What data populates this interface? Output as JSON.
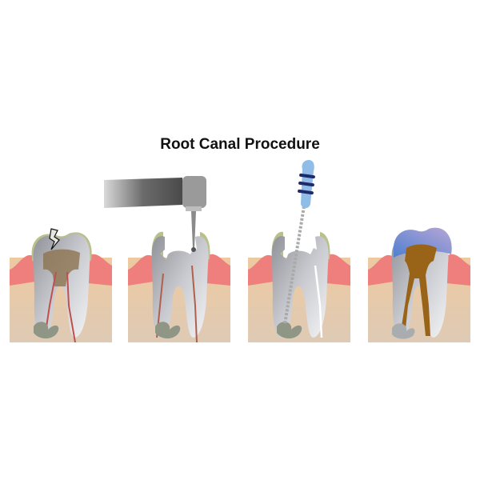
{
  "title": "Root Canal Procedure",
  "steps": [
    {
      "name": "infected-tooth"
    },
    {
      "name": "drilling"
    },
    {
      "name": "cleaning-with-file"
    },
    {
      "name": "filled-and-crowned"
    }
  ],
  "colors": {
    "gum": "#ef7f7c",
    "bone": "#e8c9a4",
    "enamel": "#b9c08a",
    "dentin": "#a9abb1",
    "decay": "#8c7350",
    "filling": "#9a6418",
    "crown": "#7d86d6",
    "file_handle": "#8fbde8"
  }
}
